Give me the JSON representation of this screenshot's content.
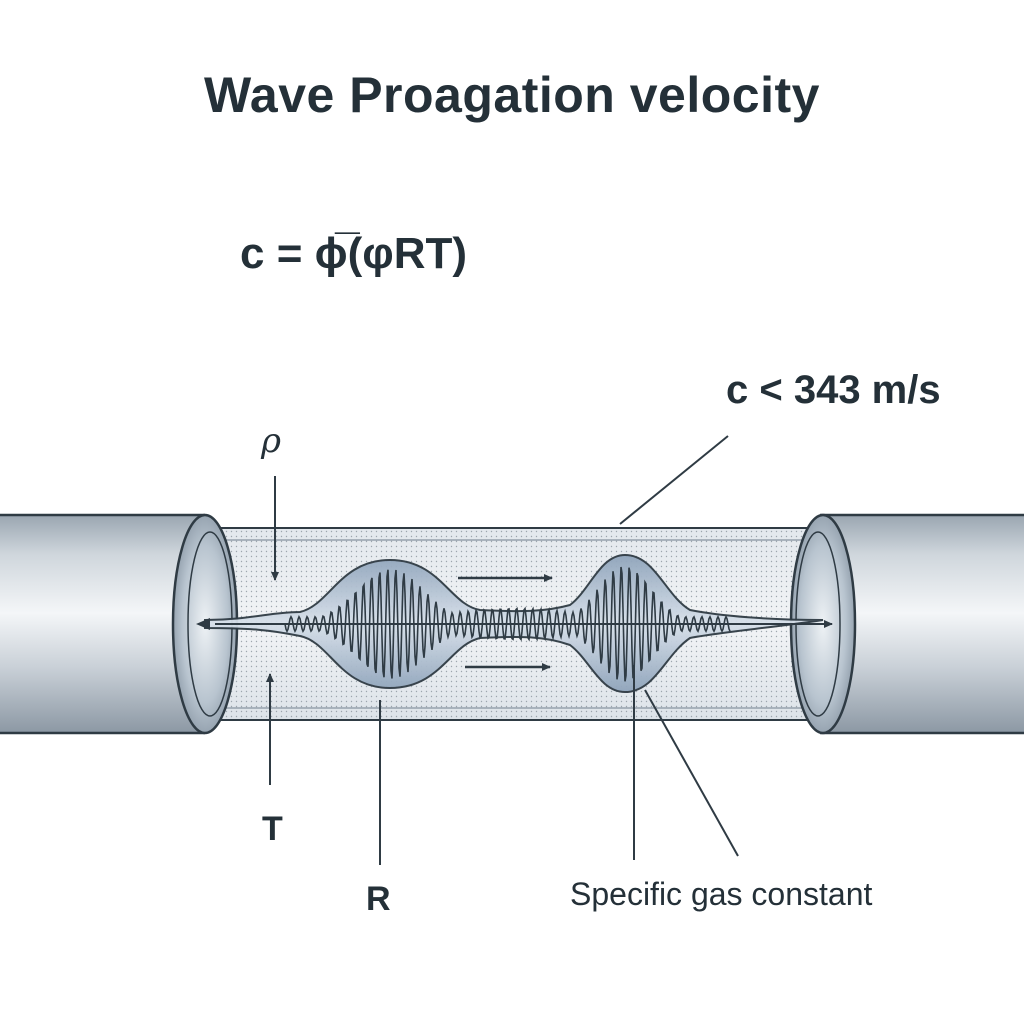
{
  "title": "Wave Proagation velocity",
  "formula": "c = ϕ̅(φRT)",
  "speed_label": "c < 343 m/s",
  "labels": {
    "rho": "ρ",
    "temperature": "T",
    "gas_constant_symbol": "R",
    "gas_constant_name": "Specific gas constant"
  },
  "colors": {
    "text": "#243038",
    "pipe_line": "#2f3b44",
    "pipe_fill": "#b9c3cc",
    "wave_fill": "#a9b9cb"
  }
}
